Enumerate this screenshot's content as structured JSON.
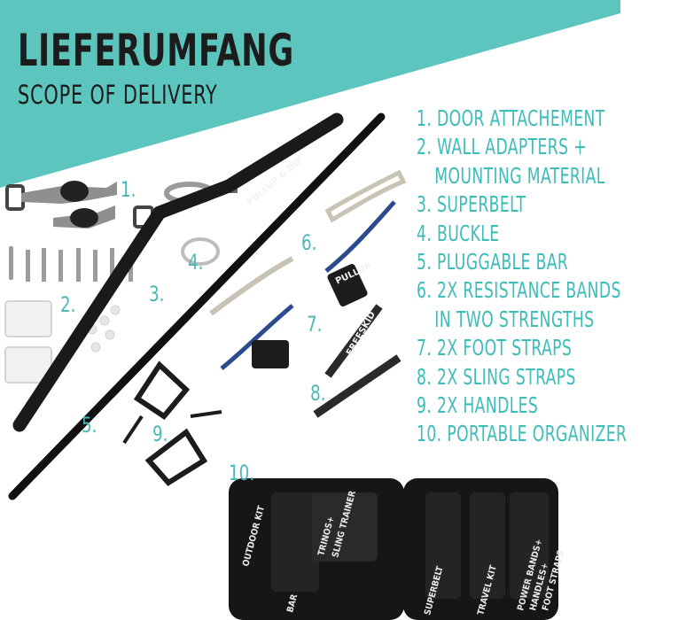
{
  "header": {
    "title": "LIEFERUMFANG",
    "subtitle": "SCOPE OF DELIVERY"
  },
  "contents_list": [
    "1. DOOR ATTACHEMENT",
    "2. WALL ADAPTERS +",
    "MOUNTING MATERIAL",
    "3. SUPERBELT",
    "4. BUCKLE",
    "5. PLUGGABLE BAR",
    "6. 2X RESISTANCE BANDS",
    "IN TWO STRENGTHS",
    "7. 2X FOOT STRAPS",
    "8. 2X SLING STRAPS",
    "9. 2X HANDLES",
    "10. PORTABLE ORGANIZER"
  ],
  "photo_labels": {
    "n1": "1.",
    "n2": "2.",
    "n3": "3.",
    "n4": "4.",
    "n5": "5.",
    "n6": "6.",
    "n7": "7.",
    "n8": "8.",
    "n9": "9.",
    "n10": "10."
  },
  "product_text": {
    "bar_brand": "PULLUP & DIP",
    "sling_brand": "FREESKID",
    "foot_strap_brand": "PULLUP"
  },
  "organizer_labels": {
    "outdoor": "OUTDOOR KIT",
    "trinos": "TRINOS+",
    "sling": "SLING TRAINER",
    "bar": "BAR",
    "superbelt": "SUPERBELT",
    "travel": "TRAVEL KIT",
    "power1": "POWER BANDS+",
    "power2": "HANDLES+",
    "power3": "FOOT STRAPS"
  },
  "colors": {
    "accent_teal": "#5cc5be",
    "list_text": "#3ebdb8",
    "title_text": "#1c1c1c"
  }
}
